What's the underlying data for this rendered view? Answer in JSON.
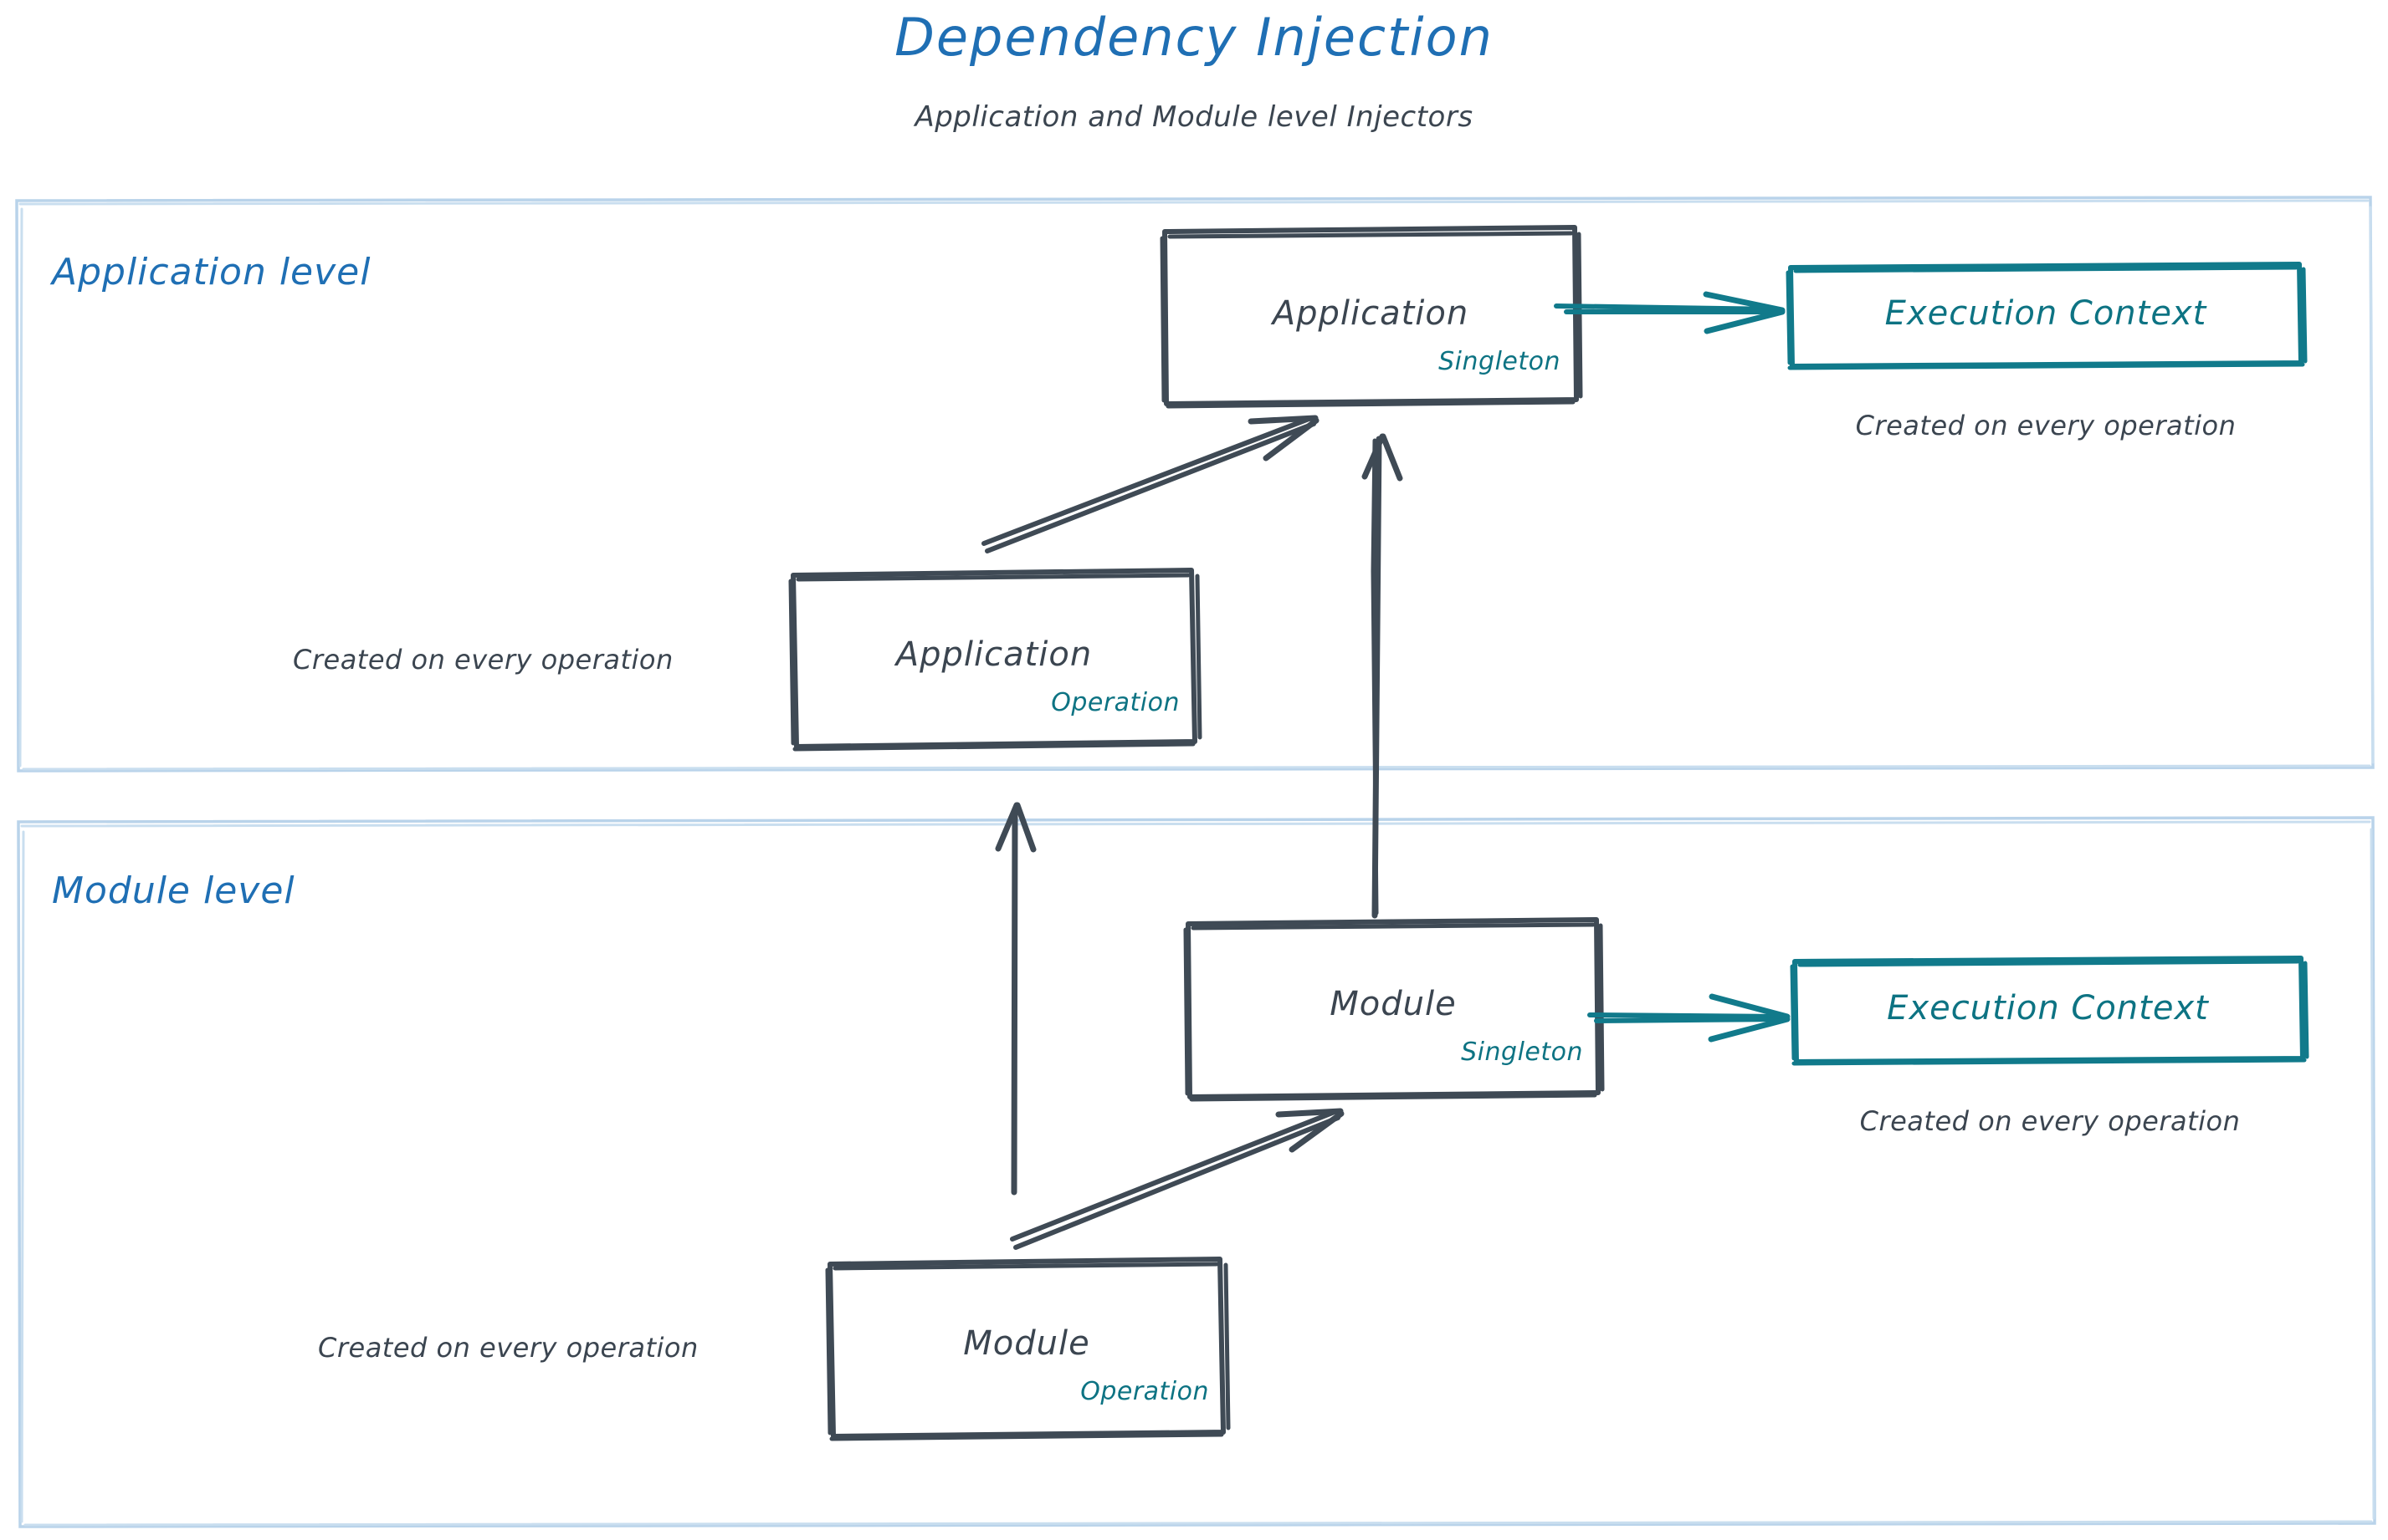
{
  "header": {
    "title": "Dependency Injection",
    "subtitle": "Application and Module level Injectors"
  },
  "colors": {
    "title_blue": "#1f6fb4",
    "zone_border": "#b9d3ea",
    "node_stroke": "#3f4a55",
    "teal": "#0d7383",
    "text_dark": "#3b4550"
  },
  "zones": [
    {
      "label": "Application level"
    },
    {
      "label": "Module level"
    }
  ],
  "nodes": {
    "app_singleton": {
      "title": "Application",
      "scope": "Singleton"
    },
    "app_operation": {
      "title": "Application",
      "scope": "Operation"
    },
    "module_singleton": {
      "title": "Module",
      "scope": "Singleton"
    },
    "module_operation": {
      "title": "Module",
      "scope": "Operation"
    },
    "exec_ctx_app": {
      "title": "Execution Context"
    },
    "exec_ctx_module": {
      "title": "Execution Context"
    }
  },
  "captions": {
    "exec_ctx_app_note": "Created on every operation",
    "exec_ctx_module_note": "Created on every operation",
    "app_operation_note": "Created on every operation",
    "module_operation_note": "Created on every operation"
  },
  "arrows": [
    {
      "name": "app-operation-to-app-singleton",
      "style": "sketch-double",
      "color": "#3f4a55"
    },
    {
      "name": "module-singleton-to-app-singleton",
      "style": "sketch-double",
      "color": "#3f4a55"
    },
    {
      "name": "module-operation-to-application-level",
      "style": "sketch-single",
      "color": "#3f4a55"
    },
    {
      "name": "module-operation-to-module-singleton",
      "style": "sketch-double",
      "color": "#3f4a55"
    },
    {
      "name": "app-singleton-to-exec-context",
      "style": "sketch-double",
      "color": "#0d7383"
    },
    {
      "name": "module-singleton-to-exec-context",
      "style": "sketch-double",
      "color": "#0d7383"
    }
  ]
}
